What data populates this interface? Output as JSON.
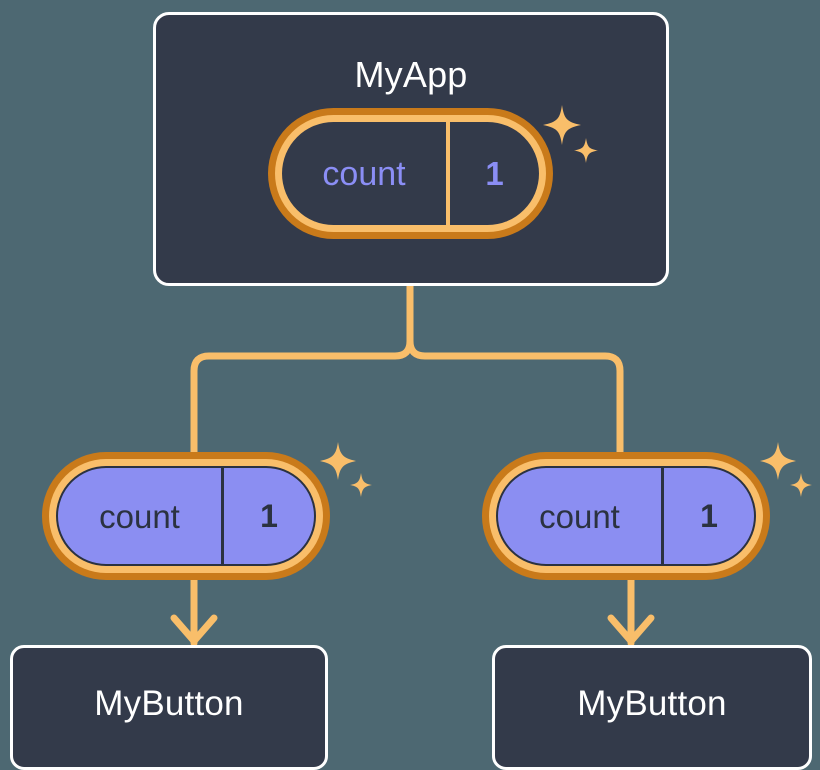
{
  "diagram": {
    "type": "component-tree",
    "background_color": "#4d6872",
    "accent_color": "#f9be6a",
    "accent_dark_color": "#c97a1a",
    "state_color": "#8b8ef2",
    "card_bg_color": "#333a4a",
    "card_border_color": "#ffffff"
  },
  "root": {
    "title": "MyApp",
    "state": {
      "key": "count",
      "value": "1",
      "style": "hollow",
      "sparkle": true
    }
  },
  "children": [
    {
      "state": {
        "key": "count",
        "value": "1",
        "style": "filled",
        "sparkle": true
      },
      "title": "MyButton"
    },
    {
      "state": {
        "key": "count",
        "value": "1",
        "style": "filled",
        "sparkle": true
      },
      "title": "MyButton"
    }
  ],
  "icons": {
    "sparkle_large": "sparkle-four-point-icon",
    "sparkle_small": "sparkle-four-point-small-icon",
    "arrow": "arrow-down-icon"
  }
}
